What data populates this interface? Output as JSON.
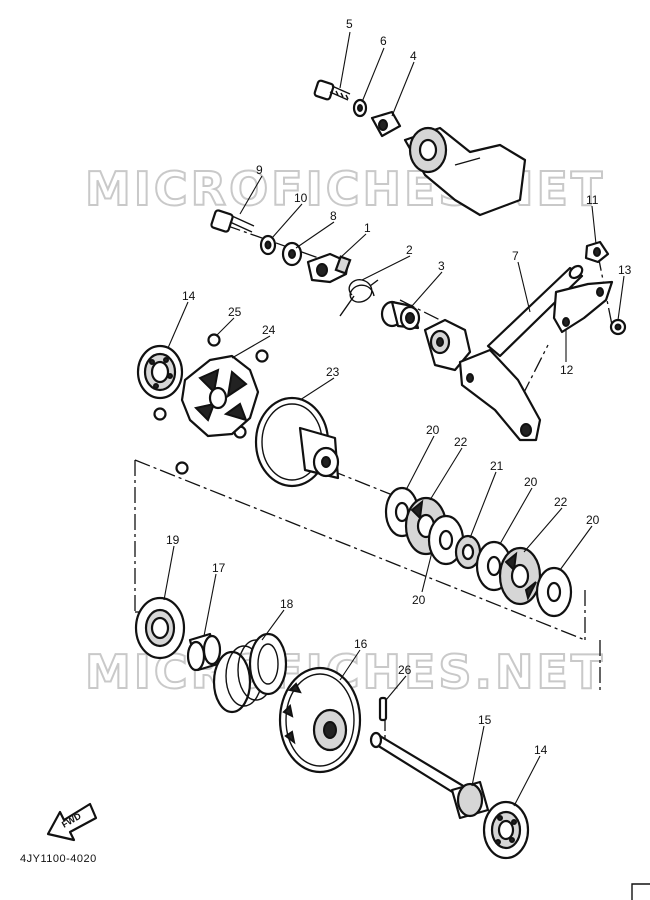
{
  "watermark": {
    "text": "MICROFICHES.NET"
  },
  "diagram_code": "4JY1100-4020",
  "direction_label": "FWD",
  "callouts": [
    {
      "id": "c5",
      "text": "5"
    },
    {
      "id": "c6",
      "text": "6"
    },
    {
      "id": "c4",
      "text": "4"
    },
    {
      "id": "c9",
      "text": "9"
    },
    {
      "id": "c10",
      "text": "10"
    },
    {
      "id": "c8",
      "text": "8"
    },
    {
      "id": "c1",
      "text": "1"
    },
    {
      "id": "c2",
      "text": "2"
    },
    {
      "id": "c3",
      "text": "3"
    },
    {
      "id": "c7",
      "text": "7"
    },
    {
      "id": "c11",
      "text": "11"
    },
    {
      "id": "c13",
      "text": "13"
    },
    {
      "id": "c12",
      "text": "12"
    },
    {
      "id": "c14a",
      "text": "14"
    },
    {
      "id": "c25",
      "text": "25"
    },
    {
      "id": "c24",
      "text": "24"
    },
    {
      "id": "c23",
      "text": "23"
    },
    {
      "id": "c20a",
      "text": "20"
    },
    {
      "id": "c22a",
      "text": "22"
    },
    {
      "id": "c21",
      "text": "21"
    },
    {
      "id": "c20b",
      "text": "20"
    },
    {
      "id": "c22b",
      "text": "22"
    },
    {
      "id": "c20c",
      "text": "20"
    },
    {
      "id": "c20d",
      "text": "20"
    },
    {
      "id": "c19",
      "text": "19"
    },
    {
      "id": "c17",
      "text": "17"
    },
    {
      "id": "c18",
      "text": "18"
    },
    {
      "id": "c16",
      "text": "16"
    },
    {
      "id": "c26",
      "text": "26"
    },
    {
      "id": "c15",
      "text": "15"
    },
    {
      "id": "c14b",
      "text": "14"
    }
  ]
}
